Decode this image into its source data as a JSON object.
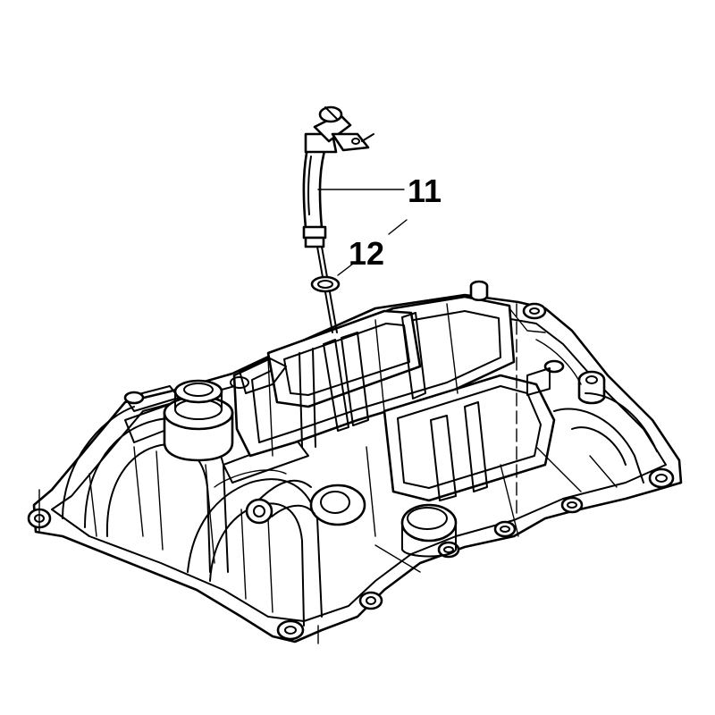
{
  "callouts": [
    {
      "id": "11",
      "label": "11"
    },
    {
      "id": "12",
      "label": "12"
    }
  ]
}
